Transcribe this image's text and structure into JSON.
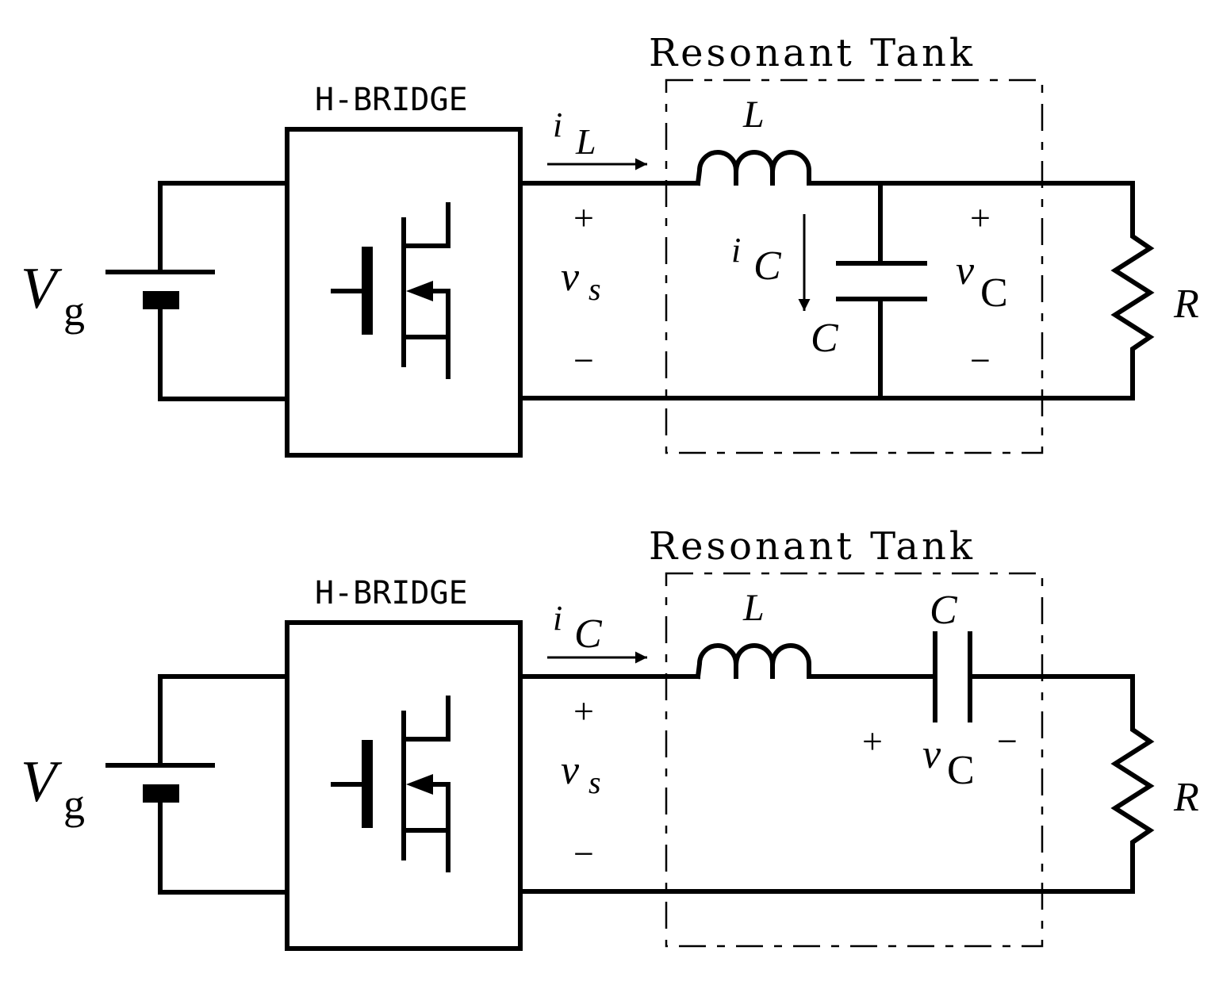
{
  "diagram": {
    "title": "Series and parallel resonant converter circuits",
    "colors": {
      "line": "#000000",
      "background": "#ffffff"
    },
    "circuits": [
      {
        "id": "parallel",
        "source_label_main": "V",
        "source_label_sub": "g",
        "bridge_label": "H-BRIDGE",
        "tank_label": "Resonant Tank",
        "current_label_main": "i",
        "current_label_sub": "L",
        "vs_plus": "+",
        "vs_label_main": "v",
        "vs_label_sub": "s",
        "vs_minus": "−",
        "inductor_label": "L",
        "cap_current_main": "i",
        "cap_current_sub": "C",
        "capacitor_label": "C",
        "vc_plus": "+",
        "vc_label_main": "v",
        "vc_label_sub": "C",
        "vc_minus": "−",
        "resistor_label": "R"
      },
      {
        "id": "series",
        "source_label_main": "V",
        "source_label_sub": "g",
        "bridge_label": "H-BRIDGE",
        "tank_label": "Resonant Tank",
        "current_label_main": "i",
        "current_label_sub": "C",
        "vs_plus": "+",
        "vs_label_main": "v",
        "vs_label_sub": "s",
        "vs_minus": "−",
        "inductor_label": "L",
        "capacitor_label": "C",
        "vc_plus": "+",
        "vc_label_main": "v",
        "vc_label_sub": "C",
        "vc_minus": "−",
        "resistor_label": "R"
      }
    ]
  }
}
